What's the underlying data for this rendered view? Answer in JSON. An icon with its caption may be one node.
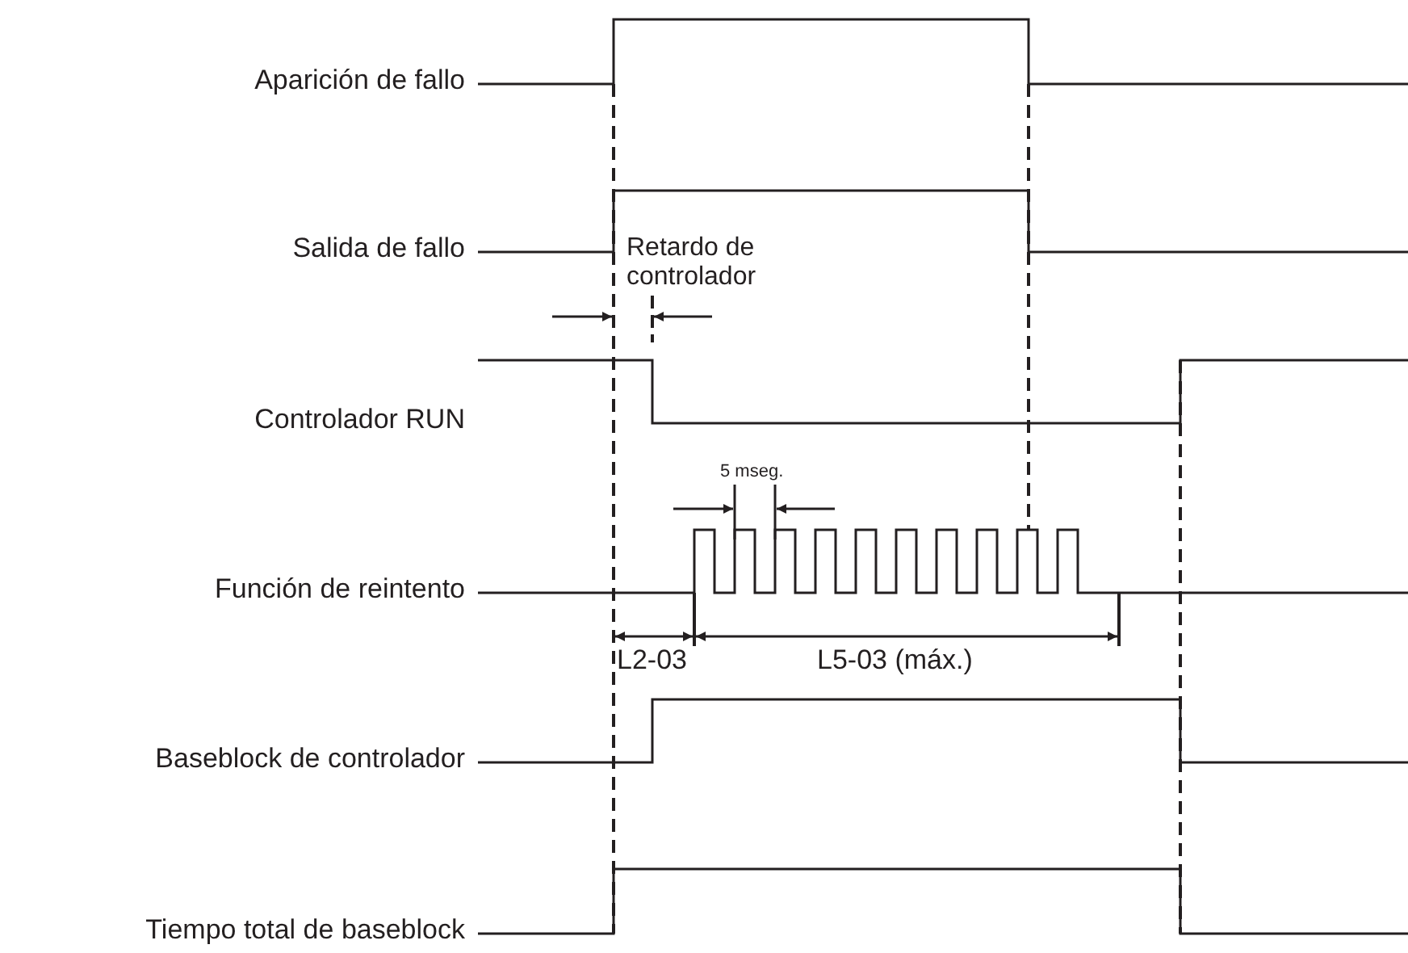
{
  "diagram": {
    "labels": [
      "Aparición de fallo",
      "Salida de fallo",
      "Retardo de controlador",
      "Controlador RUN",
      "5 mseg.",
      "Función de reintento",
      "L2-03",
      "L5-03 (máx.)",
      "Baseblock de controlador",
      "Tiempo total de baseblock"
    ]
  }
}
